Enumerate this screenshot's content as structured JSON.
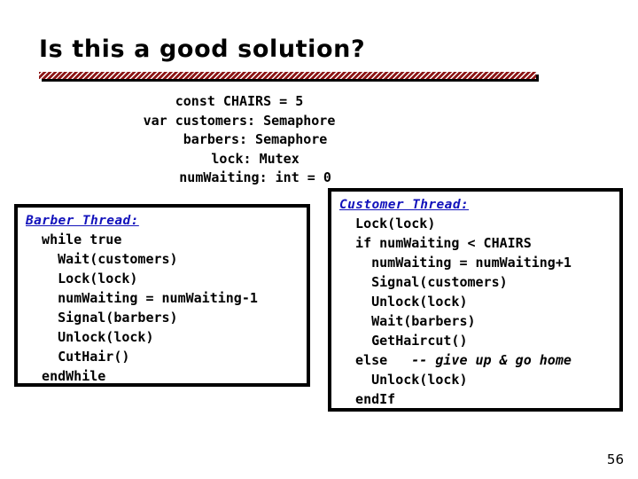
{
  "slide": {
    "title": "Is this a good solution?",
    "page_number": "56",
    "divider_color": "#8d1616",
    "heading_color": "#1111bb",
    "code_color": "#000000",
    "background_color": "#ffffff"
  },
  "declarations": {
    "lines": [
      "const CHAIRS = 5",
      "var customers: Semaphore",
      "    barbers: Semaphore",
      "    lock: Mutex",
      "    numWaiting: int = 0"
    ]
  },
  "barber_panel": {
    "heading": "Barber Thread:",
    "lines": [
      "  while true",
      "    Wait(customers)",
      "    Lock(lock)",
      "    numWaiting = numWaiting-1",
      "    Signal(barbers)",
      "    Unlock(lock)",
      "    CutHair()",
      "  endWhile"
    ]
  },
  "customer_panel": {
    "heading": "Customer Thread:",
    "lines": [
      {
        "code": "  Lock(lock)",
        "comment": ""
      },
      {
        "code": "  if numWaiting < CHAIRS",
        "comment": ""
      },
      {
        "code": "    numWaiting = numWaiting+1",
        "comment": ""
      },
      {
        "code": "    Signal(customers)",
        "comment": ""
      },
      {
        "code": "    Unlock(lock)",
        "comment": ""
      },
      {
        "code": "    Wait(barbers)",
        "comment": ""
      },
      {
        "code": "    GetHaircut()",
        "comment": ""
      },
      {
        "code": "  else   ",
        "comment": "-- give up & go home"
      },
      {
        "code": "    Unlock(lock)",
        "comment": ""
      },
      {
        "code": "  endIf",
        "comment": ""
      }
    ]
  }
}
